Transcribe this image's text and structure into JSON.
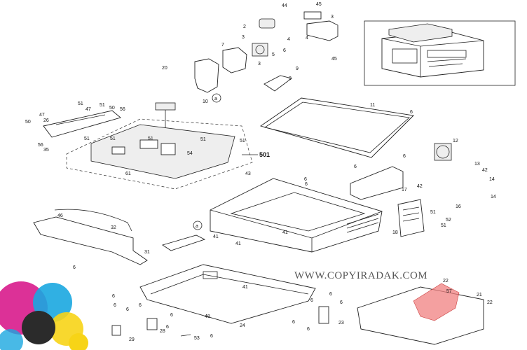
{
  "diagram": {
    "callout_labels": [
      {
        "text": "44"
      },
      {
        "text": "45"
      },
      {
        "text": "2"
      },
      {
        "text": "3"
      },
      {
        "text": "4"
      },
      {
        "text": "4"
      },
      {
        "text": "45"
      },
      {
        "text": "3"
      },
      {
        "text": "7"
      },
      {
        "text": "5"
      },
      {
        "text": "6"
      },
      {
        "text": "3"
      },
      {
        "text": "8"
      },
      {
        "text": "20"
      },
      {
        "text": "9"
      },
      {
        "text": "10"
      },
      {
        "text": "11"
      },
      {
        "text": "6"
      },
      {
        "text": "51"
      },
      {
        "text": "51"
      },
      {
        "text": "47"
      },
      {
        "text": "50"
      },
      {
        "text": "56"
      },
      {
        "text": "26"
      },
      {
        "text": "47"
      },
      {
        "text": "50"
      },
      {
        "text": "56"
      },
      {
        "text": "35"
      },
      {
        "text": "51"
      },
      {
        "text": "51"
      },
      {
        "text": "51"
      },
      {
        "text": "51"
      },
      {
        "text": "54"
      },
      {
        "text": "51"
      },
      {
        "text": "61"
      },
      {
        "text": "12"
      },
      {
        "text": "13"
      },
      {
        "text": "42"
      },
      {
        "text": "14"
      },
      {
        "text": "6"
      },
      {
        "text": "6"
      },
      {
        "text": "17"
      },
      {
        "text": "42"
      },
      {
        "text": "14"
      },
      {
        "text": "16"
      },
      {
        "text": "51"
      },
      {
        "text": "52"
      },
      {
        "text": "51"
      },
      {
        "text": "43"
      },
      {
        "text": "6"
      },
      {
        "text": "6"
      },
      {
        "text": "18"
      },
      {
        "text": "46"
      },
      {
        "text": "32"
      },
      {
        "text": "41"
      },
      {
        "text": "41"
      },
      {
        "text": "31"
      },
      {
        "text": "41"
      },
      {
        "text": "6"
      },
      {
        "text": "6"
      },
      {
        "text": "41"
      },
      {
        "text": "22"
      },
      {
        "text": "57"
      },
      {
        "text": "21"
      },
      {
        "text": "22"
      },
      {
        "text": "6"
      },
      {
        "text": "6"
      },
      {
        "text": "6"
      },
      {
        "text": "48"
      },
      {
        "text": "24"
      },
      {
        "text": "28"
      },
      {
        "text": "29"
      },
      {
        "text": "53"
      },
      {
        "text": "23"
      },
      {
        "text": "6"
      },
      {
        "text": "6"
      },
      {
        "text": "6"
      },
      {
        "text": "6"
      },
      {
        "text": "6"
      },
      {
        "text": "6"
      },
      {
        "text": "6"
      },
      {
        "text": "6"
      }
    ],
    "assembly_label": "501",
    "reference_marks": [
      "a",
      "a"
    ],
    "watermark": "WWW.COPYIRADAK.COM",
    "colors": {
      "line": "#222222",
      "highlight": "#f08080",
      "logo": [
        "#d81b8c",
        "#1aa7e0",
        "#f7d417",
        "#2b2b2b"
      ]
    }
  }
}
